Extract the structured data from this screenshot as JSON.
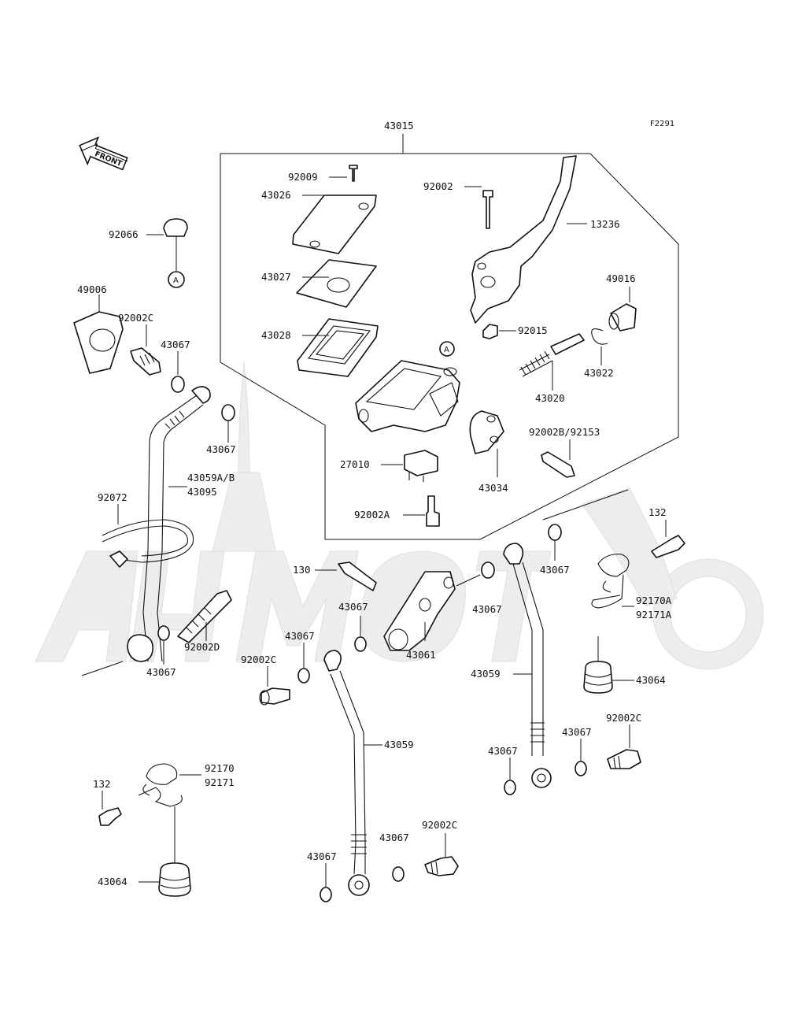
{
  "figure_code": "F2291",
  "front_arrow_text": "FRONT",
  "ref_marker": "A",
  "labels": {
    "l43015": "43015",
    "l92009": "92009",
    "l43026": "43026",
    "l43027": "43027",
    "l43028": "43028",
    "l92002": "92002",
    "l13236": "13236",
    "l49016": "49016",
    "l92015": "92015",
    "l43022": "43022",
    "l43020": "43020",
    "l92002b": "92002B/92153",
    "l27010": "27010",
    "l43034": "43034",
    "l92002a": "92002A",
    "l92066": "92066",
    "l49006": "49006",
    "l92002c_a": "92002C",
    "l43067_a": "43067",
    "l43067_b": "43067",
    "l43059ab": "43059A/B",
    "l43095": "43095",
    "l92072": "92072",
    "l92002d": "92002D",
    "l43067_c": "43067",
    "l130": "130",
    "l43067_d": "43067",
    "l43067_e": "43067",
    "l43067_f": "43067",
    "l43061": "43061",
    "l43067_g": "43067",
    "l132_a": "132",
    "l92170a": "92170A",
    "l92171a": "92171A",
    "l43059_a": "43059",
    "l43064_a": "43064",
    "l92002c_b": "92002C",
    "l43059_b": "43059",
    "l43067_h": "43067",
    "l43067_i": "43067",
    "l92002c_c": "92002C",
    "l92170": "92170",
    "l92171": "92171",
    "l132_b": "132",
    "l43064_b": "43064",
    "l43067_j": "43067",
    "l43067_k": "43067",
    "l92002c_d": "92002C"
  },
  "watermark": "AutoMoto"
}
